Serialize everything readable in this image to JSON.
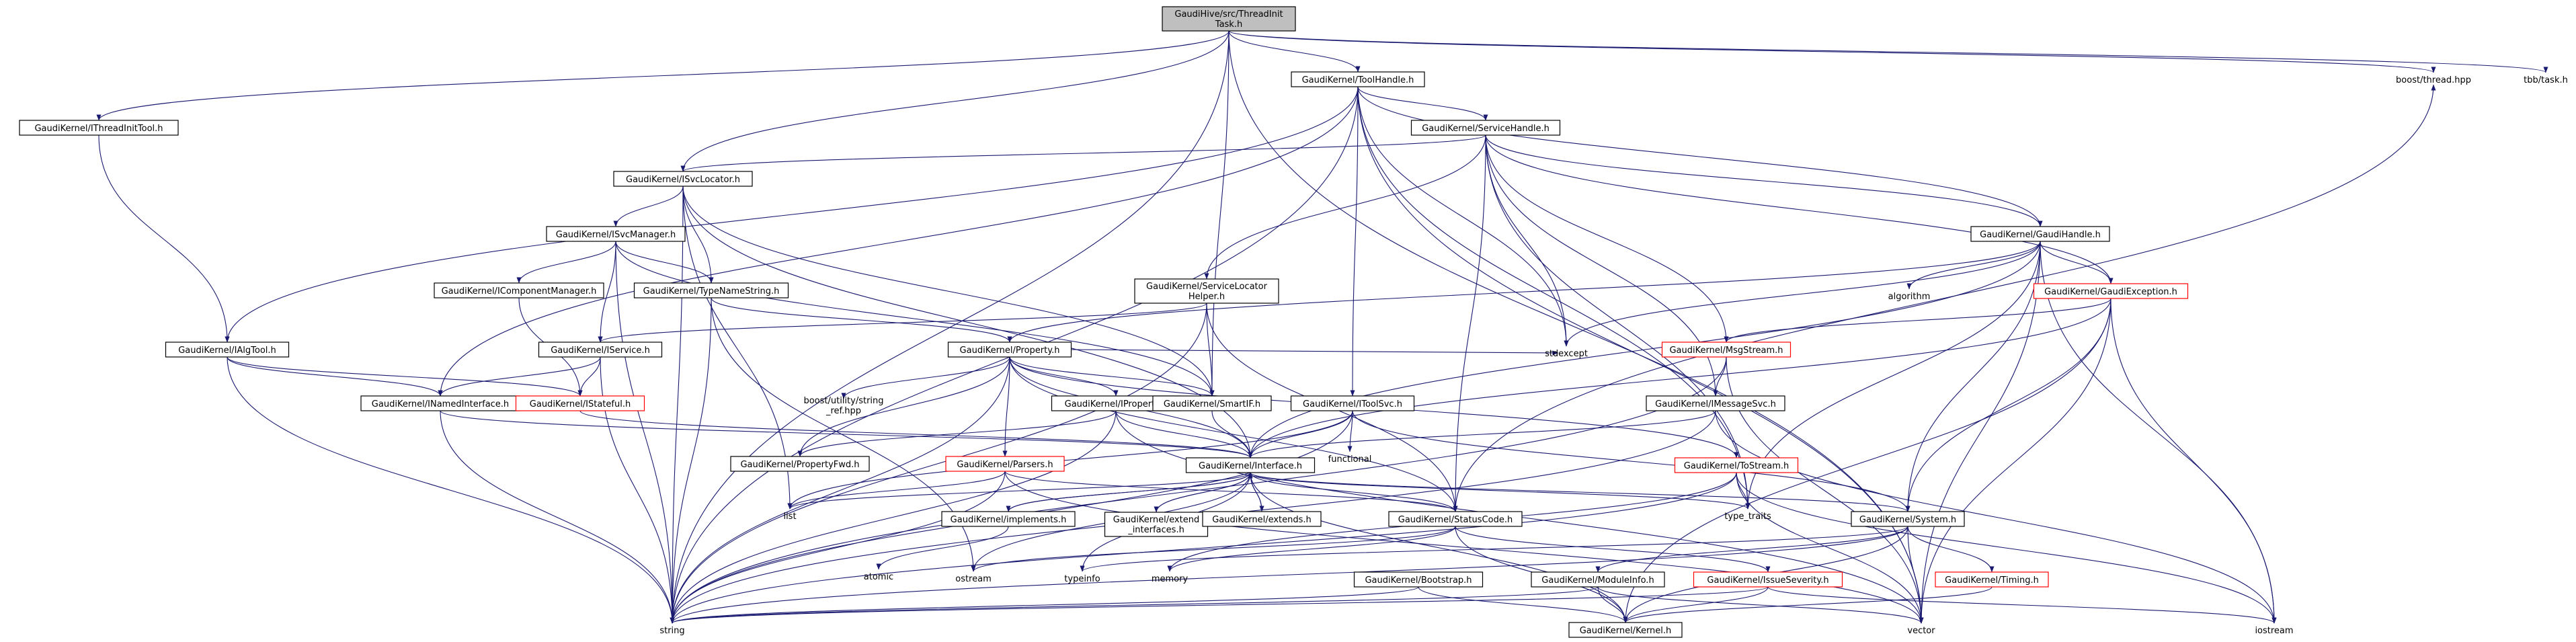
{
  "nodes": [
    {
      "id": "root",
      "lines": [
        "GaudiHive/src/ThreadInit",
        "Task.h"
      ],
      "style": "root"
    },
    {
      "id": "toolhandle",
      "lines": [
        "GaudiKernel/ToolHandle.h"
      ]
    },
    {
      "id": "boostthread",
      "lines": [
        "boost/thread.hpp"
      ],
      "style": "leaf"
    },
    {
      "id": "tbbtask",
      "lines": [
        "tbb/task.h"
      ],
      "style": "leaf"
    },
    {
      "id": "ithreadinit",
      "lines": [
        "GaudiKernel/IThreadInitTool.h"
      ]
    },
    {
      "id": "servicehandle",
      "lines": [
        "GaudiKernel/ServiceHandle.h"
      ]
    },
    {
      "id": "isvclocator",
      "lines": [
        "GaudiKernel/ISvcLocator.h"
      ]
    },
    {
      "id": "gaudihandle",
      "lines": [
        "GaudiKernel/GaudiHandle.h"
      ]
    },
    {
      "id": "isvcmanager",
      "lines": [
        "GaudiKernel/ISvcManager.h"
      ]
    },
    {
      "id": "algorithm",
      "lines": [
        "algorithm"
      ],
      "style": "leaf"
    },
    {
      "id": "gaudiexception",
      "lines": [
        "GaudiKernel/GaudiException.h"
      ],
      "style": "red"
    },
    {
      "id": "icomponentmanager",
      "lines": [
        "GaudiKernel/IComponentManager.h"
      ]
    },
    {
      "id": "typenamestring",
      "lines": [
        "GaudiKernel/TypeNameString.h"
      ]
    },
    {
      "id": "servicelocatorhelper",
      "lines": [
        "GaudiKernel/ServiceLocator",
        "Helper.h"
      ]
    },
    {
      "id": "ialgtool",
      "lines": [
        "GaudiKernel/IAlgTool.h"
      ]
    },
    {
      "id": "iservice",
      "lines": [
        "GaudiKernel/IService.h"
      ]
    },
    {
      "id": "property",
      "lines": [
        "GaudiKernel/Property.h"
      ]
    },
    {
      "id": "msgstream",
      "lines": [
        "GaudiKernel/MsgStream.h"
      ],
      "style": "red"
    },
    {
      "id": "stdexcept",
      "lines": [
        "stdexcept"
      ],
      "style": "leaf"
    },
    {
      "id": "inamedinterface",
      "lines": [
        "GaudiKernel/INamedInterface.h"
      ]
    },
    {
      "id": "istateful",
      "lines": [
        "GaudiKernel/IStateful.h"
      ],
      "style": "red"
    },
    {
      "id": "boostutility",
      "lines": [
        "boost/utility/string",
        "_ref.hpp"
      ],
      "style": "leaf"
    },
    {
      "id": "iproperty",
      "lines": [
        "GaudiKernel/IProperty.h"
      ]
    },
    {
      "id": "smartif",
      "lines": [
        "GaudiKernel/SmartIF.h"
      ]
    },
    {
      "id": "itoolsvc",
      "lines": [
        "GaudiKernel/IToolSvc.h"
      ]
    },
    {
      "id": "imessagesvc",
      "lines": [
        "GaudiKernel/IMessageSvc.h"
      ]
    },
    {
      "id": "functional",
      "lines": [
        "functional"
      ],
      "style": "leaf"
    },
    {
      "id": "propertyfwd",
      "lines": [
        "GaudiKernel/PropertyFwd.h"
      ]
    },
    {
      "id": "parsers",
      "lines": [
        "GaudiKernel/Parsers.h"
      ],
      "style": "red"
    },
    {
      "id": "interface",
      "lines": [
        "GaudiKernel/Interface.h"
      ]
    },
    {
      "id": "tostream",
      "lines": [
        "GaudiKernel/ToStream.h"
      ],
      "style": "red"
    },
    {
      "id": "list",
      "lines": [
        "list"
      ],
      "style": "leaf"
    },
    {
      "id": "implements",
      "lines": [
        "GaudiKernel/implements.h"
      ]
    },
    {
      "id": "extendinterfaces",
      "lines": [
        "GaudiKernel/extend",
        "_interfaces.h"
      ]
    },
    {
      "id": "extends",
      "lines": [
        "GaudiKernel/extends.h"
      ]
    },
    {
      "id": "statuscode",
      "lines": [
        "GaudiKernel/StatusCode.h"
      ]
    },
    {
      "id": "typetraits",
      "lines": [
        "type_traits"
      ],
      "style": "leaf"
    },
    {
      "id": "system",
      "lines": [
        "GaudiKernel/System.h"
      ]
    },
    {
      "id": "atomic",
      "lines": [
        "atomic"
      ],
      "style": "leaf"
    },
    {
      "id": "ostream",
      "lines": [
        "ostream"
      ],
      "style": "leaf"
    },
    {
      "id": "typeinfo",
      "lines": [
        "typeinfo"
      ],
      "style": "leaf"
    },
    {
      "id": "memory",
      "lines": [
        "memory"
      ],
      "style": "leaf"
    },
    {
      "id": "bootstrap",
      "lines": [
        "GaudiKernel/Bootstrap.h"
      ]
    },
    {
      "id": "moduleinfo",
      "lines": [
        "GaudiKernel/ModuleInfo.h"
      ]
    },
    {
      "id": "issueseverity",
      "lines": [
        "GaudiKernel/IssueSeverity.h"
      ],
      "style": "red"
    },
    {
      "id": "timing",
      "lines": [
        "GaudiKernel/Timing.h"
      ],
      "style": "red"
    },
    {
      "id": "string",
      "lines": [
        "string"
      ],
      "style": "leaf"
    },
    {
      "id": "kernel",
      "lines": [
        "GaudiKernel/Kernel.h"
      ]
    },
    {
      "id": "vector",
      "lines": [
        "vector"
      ],
      "style": "leaf"
    },
    {
      "id": "iostream",
      "lines": [
        "iostream"
      ],
      "style": "leaf"
    }
  ],
  "edges": [
    [
      "root",
      "toolhandle"
    ],
    [
      "root",
      "boostthread"
    ],
    [
      "root",
      "tbbtask"
    ],
    [
      "root",
      "ithreadinit"
    ],
    [
      "root",
      "isvclocator"
    ],
    [
      "root",
      "smartif"
    ],
    [
      "root",
      "string"
    ],
    [
      "root",
      "vector"
    ],
    [
      "toolhandle",
      "servicehandle"
    ],
    [
      "toolhandle",
      "gaudihandle"
    ],
    [
      "toolhandle",
      "ialgtool"
    ],
    [
      "toolhandle",
      "inamedinterface"
    ],
    [
      "toolhandle",
      "itoolsvc"
    ],
    [
      "toolhandle",
      "stdexcept"
    ],
    [
      "toolhandle",
      "typetraits"
    ],
    [
      "toolhandle",
      "string"
    ],
    [
      "toolhandle",
      "vector"
    ],
    [
      "ithreadinit",
      "ialgtool"
    ],
    [
      "servicehandle",
      "isvclocator"
    ],
    [
      "servicehandle",
      "gaudihandle"
    ],
    [
      "servicehandle",
      "servicelocatorhelper"
    ],
    [
      "servicehandle",
      "msgstream"
    ],
    [
      "servicehandle",
      "imessagesvc"
    ],
    [
      "servicehandle",
      "gaudiexception"
    ],
    [
      "servicehandle",
      "stdexcept"
    ],
    [
      "servicehandle",
      "typetraits"
    ],
    [
      "servicehandle",
      "statuscode"
    ],
    [
      "isvclocator",
      "isvcmanager"
    ],
    [
      "isvclocator",
      "typenamestring"
    ],
    [
      "isvclocator",
      "smartif"
    ],
    [
      "isvclocator",
      "interface"
    ],
    [
      "isvclocator",
      "list"
    ],
    [
      "isvclocator",
      "string"
    ],
    [
      "gaudihandle",
      "gaudiexception"
    ],
    [
      "gaudihandle",
      "property"
    ],
    [
      "gaudihandle",
      "system"
    ],
    [
      "gaudihandle",
      "algorithm"
    ],
    [
      "gaudihandle",
      "stdexcept"
    ],
    [
      "gaudihandle",
      "interface"
    ],
    [
      "gaudihandle",
      "typetraits"
    ],
    [
      "gaudihandle",
      "vector"
    ],
    [
      "gaudihandle",
      "iostream"
    ],
    [
      "isvcmanager",
      "icomponentmanager"
    ],
    [
      "isvcmanager",
      "iservice"
    ],
    [
      "isvcmanager",
      "typenamestring"
    ],
    [
      "isvcmanager",
      "smartif"
    ],
    [
      "isvcmanager",
      "string"
    ],
    [
      "gaudiexception",
      "msgstream"
    ],
    [
      "gaudiexception",
      "system"
    ],
    [
      "gaudiexception",
      "interface"
    ],
    [
      "gaudiexception",
      "kernel"
    ],
    [
      "gaudiexception",
      "iostream"
    ],
    [
      "gaudiexception",
      "vector"
    ],
    [
      "icomponentmanager",
      "istateful"
    ],
    [
      "typenamestring",
      "property"
    ],
    [
      "typenamestring",
      "string"
    ],
    [
      "typenamestring",
      "ostream"
    ],
    [
      "servicelocatorhelper",
      "iservice"
    ],
    [
      "servicelocatorhelper",
      "smartif"
    ],
    [
      "servicelocatorhelper",
      "string"
    ],
    [
      "servicelocatorhelper",
      "statuscode"
    ],
    [
      "ialgtool",
      "inamedinterface"
    ],
    [
      "ialgtool",
      "istateful"
    ],
    [
      "ialgtool",
      "string"
    ],
    [
      "iservice",
      "inamedinterface"
    ],
    [
      "iservice",
      "istateful"
    ],
    [
      "iservice",
      "string"
    ],
    [
      "property",
      "smartif"
    ],
    [
      "property",
      "iproperty"
    ],
    [
      "property",
      "parsers"
    ],
    [
      "property",
      "tostream"
    ],
    [
      "property",
      "stdexcept"
    ],
    [
      "property",
      "boostutility"
    ],
    [
      "property",
      "propertyfwd"
    ],
    [
      "property",
      "string"
    ],
    [
      "property",
      "statuscode"
    ],
    [
      "property",
      "interface"
    ],
    [
      "msgstream",
      "imessagesvc"
    ],
    [
      "msgstream",
      "string"
    ],
    [
      "msgstream",
      "vector"
    ],
    [
      "inamedinterface",
      "interface"
    ],
    [
      "inamedinterface",
      "string"
    ],
    [
      "istateful",
      "interface"
    ],
    [
      "iproperty",
      "interface"
    ],
    [
      "iproperty",
      "propertyfwd"
    ],
    [
      "iproperty",
      "string"
    ],
    [
      "iproperty",
      "vector"
    ],
    [
      "smartif",
      "interface"
    ],
    [
      "itoolsvc",
      "interface"
    ],
    [
      "itoolsvc",
      "functional"
    ],
    [
      "itoolsvc",
      "list"
    ],
    [
      "itoolsvc",
      "string"
    ],
    [
      "itoolsvc",
      "system"
    ],
    [
      "imessagesvc",
      "interface"
    ],
    [
      "imessagesvc",
      "string"
    ],
    [
      "imessagesvc",
      "iostream"
    ],
    [
      "parsers",
      "statuscode"
    ],
    [
      "parsers",
      "list"
    ],
    [
      "parsers",
      "string"
    ],
    [
      "parsers",
      "vector"
    ],
    [
      "interface",
      "implements"
    ],
    [
      "interface",
      "extendinterfaces"
    ],
    [
      "interface",
      "extends"
    ],
    [
      "interface",
      "statuscode"
    ],
    [
      "interface",
      "system"
    ],
    [
      "interface",
      "ostream"
    ],
    [
      "interface",
      "typeinfo"
    ],
    [
      "interface",
      "kernel"
    ],
    [
      "interface",
      "typetraits"
    ],
    [
      "interface",
      "list"
    ],
    [
      "tostream",
      "typetraits"
    ],
    [
      "tostream",
      "string"
    ],
    [
      "tostream",
      "vector"
    ],
    [
      "tostream",
      "iostream"
    ],
    [
      "tostream",
      "memory"
    ],
    [
      "implements",
      "interface"
    ],
    [
      "implements",
      "atomic"
    ],
    [
      "extendinterfaces",
      "interface"
    ],
    [
      "extends",
      "interface"
    ],
    [
      "statuscode",
      "issueseverity"
    ],
    [
      "statuscode",
      "boostthread"
    ],
    [
      "statuscode",
      "ostream"
    ],
    [
      "statuscode",
      "kernel"
    ],
    [
      "statuscode",
      "memory"
    ],
    [
      "system",
      "moduleinfo"
    ],
    [
      "system",
      "timing"
    ],
    [
      "system",
      "kernel"
    ],
    [
      "system",
      "string"
    ],
    [
      "system",
      "vector"
    ],
    [
      "system",
      "typeinfo"
    ],
    [
      "bootstrap",
      "kernel"
    ],
    [
      "bootstrap",
      "string"
    ],
    [
      "moduleinfo",
      "kernel"
    ],
    [
      "moduleinfo",
      "string"
    ],
    [
      "moduleinfo",
      "vector"
    ],
    [
      "issueseverity",
      "kernel"
    ],
    [
      "issueseverity",
      "string"
    ],
    [
      "issueseverity",
      "iostream"
    ],
    [
      "timing",
      "kernel"
    ]
  ]
}
